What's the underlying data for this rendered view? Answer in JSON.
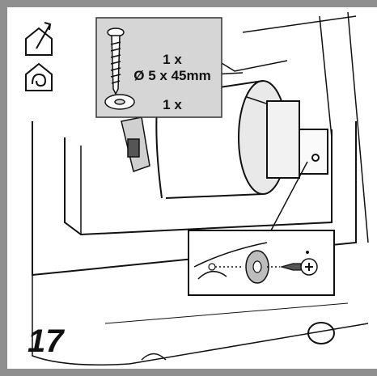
{
  "step": {
    "number": "17"
  },
  "callout": {
    "screw_quantity": "1 x",
    "screw_size": "Ø 5 x 45mm",
    "washer_quantity": "1 x"
  },
  "icons": [
    "outdoor-duct-icon",
    "recirculation-icon"
  ],
  "colors": {
    "frame": "#8f8f8f",
    "callout_background": "#d6d6d6",
    "line": "#111111"
  }
}
